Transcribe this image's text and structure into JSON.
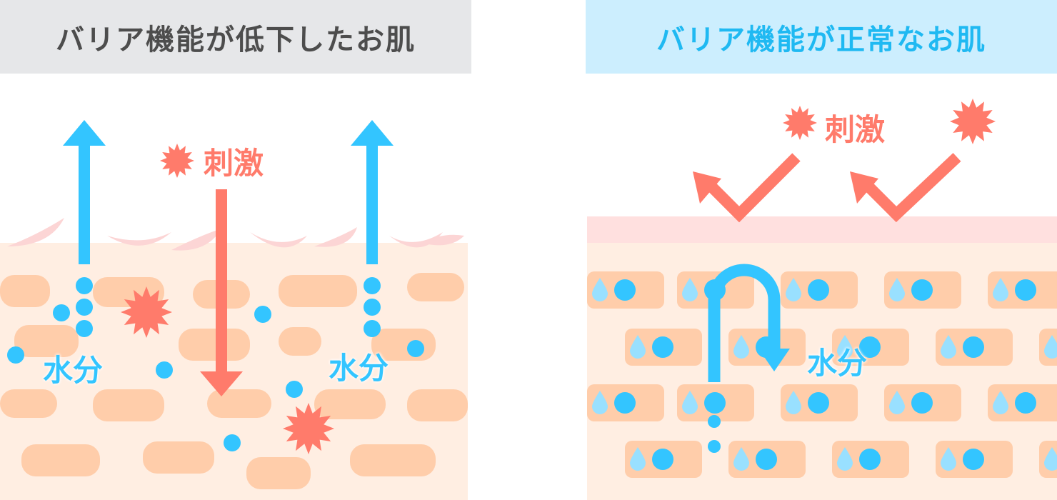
{
  "left_panel": {
    "title": "バリア機能が低下したお肌",
    "stimulus_label": "刺激",
    "water_label_1": "水分",
    "water_label_2": "水分"
  },
  "right_panel": {
    "title": "バリア機能が正常なお肌",
    "stimulus_label": "刺激",
    "water_label": "水分"
  },
  "colors": {
    "blue": "#33C5FF",
    "red": "#FF7B6B",
    "skin": "#FFEEE2",
    "cell": "#FFCDAA",
    "barrier": "#FFE0DF",
    "drop": "#99E0FF"
  }
}
